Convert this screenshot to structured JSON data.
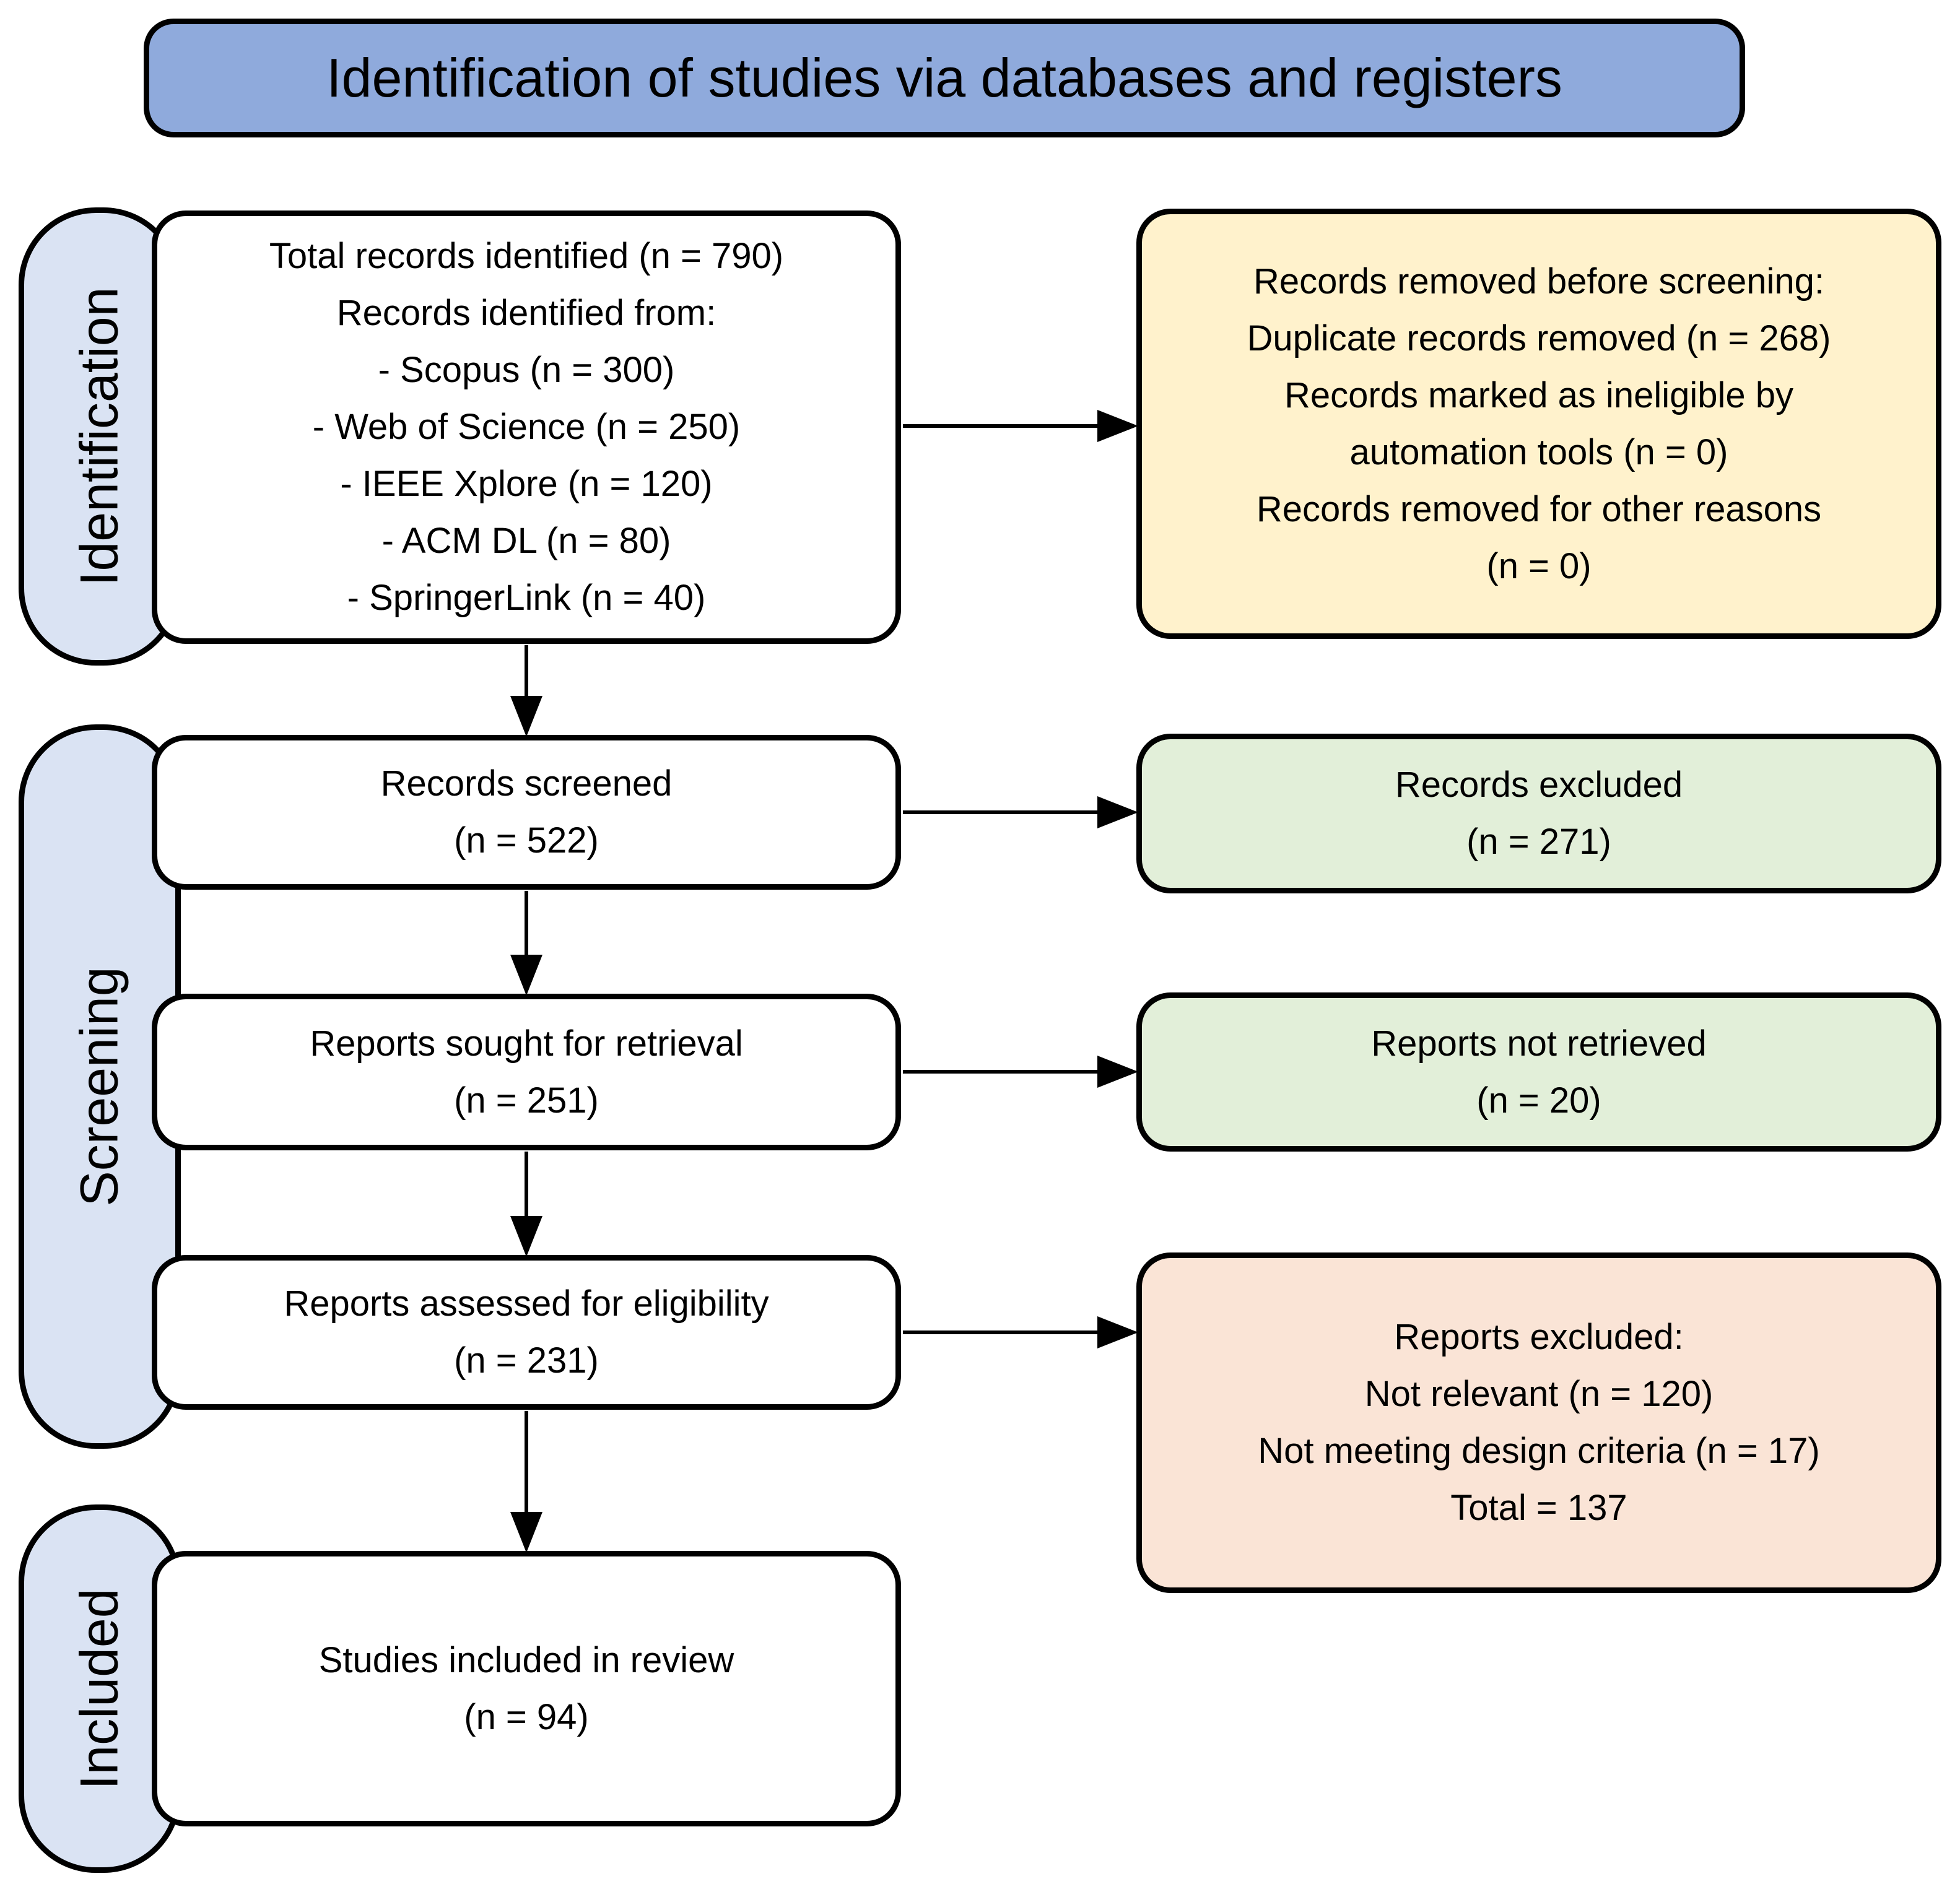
{
  "title": "Identification of studies via databases and registers",
  "stages": {
    "identification": "Identification",
    "screening": "Screening",
    "included": "Included"
  },
  "boxes": {
    "identified": {
      "lines": [
        "Total records identified (n = 790)",
        "Records identified from:",
        "- Scopus (n = 300)",
        "- Web of Science (n = 250)",
        "- IEEE Xplore (n = 120)",
        "- ACM DL (n = 80)",
        "- SpringerLink (n = 40)"
      ]
    },
    "removed": {
      "lines": [
        "Records removed before screening:",
        "Duplicate records removed (n = 268)",
        "Records marked as ineligible by",
        "automation tools (n = 0)",
        "Records removed for other reasons",
        "(n = 0)"
      ]
    },
    "screened": {
      "lines": [
        "Records screened",
        "(n = 522)"
      ]
    },
    "excluded": {
      "lines": [
        "Records excluded",
        "(n = 271)"
      ]
    },
    "sought": {
      "lines": [
        "Reports sought for retrieval",
        "(n = 251)"
      ]
    },
    "not_retrieved": {
      "lines": [
        "Reports not retrieved",
        "(n = 20)"
      ]
    },
    "assessed": {
      "lines": [
        "Reports assessed for eligibility",
        "(n = 231)"
      ]
    },
    "reports_excluded": {
      "lines": [
        "Reports excluded:",
        "Not relevant (n = 120)",
        "Not meeting design criteria (n = 17)",
        "Total = 137"
      ]
    },
    "included_review": {
      "lines": [
        "Studies included in review",
        "(n = 94)"
      ]
    }
  },
  "colors": {
    "title_fill": "#8FAADC",
    "stage_fill": "#DAE3F3",
    "plain_fill": "#FFFFFF",
    "removed_fill": "#FFF2CC",
    "excluded_fill": "#E2EFD9",
    "reports_excluded_fill": "#FAE4D6",
    "border_color": "#000000",
    "text_color": "#000000"
  }
}
